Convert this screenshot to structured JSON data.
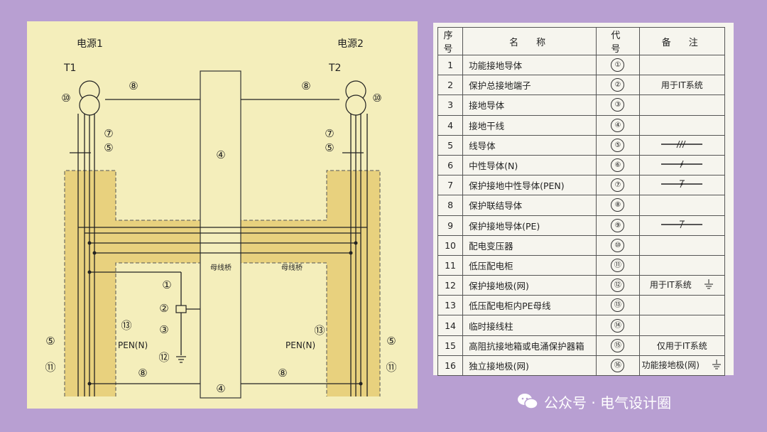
{
  "diagram": {
    "source1_label": "电源1",
    "source2_label": "电源2",
    "t1_label": "T1",
    "t2_label": "T2",
    "busbridge_label_1": "母线桥",
    "busbridge_label_2": "母线桥",
    "pen_label_left": "PEN(N)",
    "pen_label_right": "PEN(N)",
    "markers": {
      "m10_left": "⑩",
      "m8_top_left": "⑧",
      "m8_top_right": "⑧",
      "m10_right": "⑩",
      "m7_left": "⑦",
      "m5_left_top": "⑤",
      "m7_right": "⑦",
      "m5_right_top": "⑤",
      "m4_top": "④",
      "m4_bottom": "④",
      "m1": "①",
      "m2": "②",
      "m3": "③",
      "m12": "⑫",
      "m13_left": "⑬",
      "m13_right": "⑬",
      "m5_left": "⑤",
      "m11_left": "⑪",
      "m5_right": "⑤",
      "m11_right": "⑪",
      "m8_bottom_left": "⑧",
      "m8_bottom_right": "⑧"
    }
  },
  "legend": {
    "headers": [
      "序号",
      "名　称",
      "代　号",
      "备　注"
    ],
    "rows": [
      {
        "no": "1",
        "name": "功能接地导体",
        "code": "①",
        "note": "",
        "sym": ""
      },
      {
        "no": "2",
        "name": "保护总接地端子",
        "code": "②",
        "note": "用于IT系统",
        "sym": ""
      },
      {
        "no": "3",
        "name": "接地导体",
        "code": "③",
        "note": "",
        "sym": ""
      },
      {
        "no": "4",
        "name": "接地干线",
        "code": "④",
        "note": "",
        "sym": ""
      },
      {
        "no": "5",
        "name": "线导体",
        "code": "⑤",
        "note": "",
        "sym": "line-conductor-symbol"
      },
      {
        "no": "6",
        "name": "中性导体(N)",
        "code": "⑥",
        "note": "",
        "sym": "neutral-conductor-symbol"
      },
      {
        "no": "7",
        "name": "保护接地中性导体(PEN)",
        "code": "⑦",
        "note": "",
        "sym": "pen-conductor-symbol"
      },
      {
        "no": "8",
        "name": "保护联结导体",
        "code": "⑧",
        "note": "",
        "sym": ""
      },
      {
        "no": "9",
        "name": "保护接地导体(PE)",
        "code": "⑨",
        "note": "",
        "sym": "pe-conductor-symbol"
      },
      {
        "no": "10",
        "name": "配电变压器",
        "code": "⑩",
        "note": "",
        "sym": ""
      },
      {
        "no": "11",
        "name": "低压配电柜",
        "code": "⑪",
        "note": "",
        "sym": ""
      },
      {
        "no": "12",
        "name": "保护接地极(网)",
        "code": "⑫",
        "note": "用于IT系统",
        "sym": "ground-symbol"
      },
      {
        "no": "13",
        "name": "低压配电柜内PE母线",
        "code": "⑬",
        "note": "",
        "sym": ""
      },
      {
        "no": "14",
        "name": "临时接线柱",
        "code": "⑭",
        "note": "",
        "sym": ""
      },
      {
        "no": "15",
        "name": "高阻抗接地箱或电涌保护器箱",
        "code": "⑮",
        "note": "仅用于IT系统",
        "sym": ""
      },
      {
        "no": "16",
        "name": "独立接地极(网)",
        "code": "⑯",
        "note": "功能接地极(网)",
        "sym": "ground-symbol"
      }
    ]
  },
  "watermark": {
    "text": "公众号 · 电气设计圈"
  },
  "colors": {
    "background": "#b89fd2",
    "diagram_bg": "#f4eebb",
    "cabinet_fill": "#e8d17e",
    "legend_bg": "#f6f5ee"
  }
}
